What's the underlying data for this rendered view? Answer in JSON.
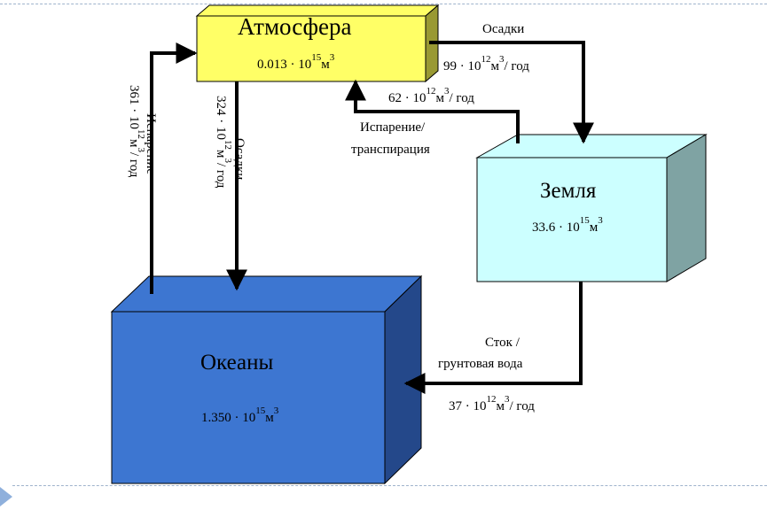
{
  "nodes": {
    "atmosphere": {
      "title": "Атмосфера",
      "value": "0.013 · 10",
      "exp": "15",
      "unit": "м",
      "unit_exp": "3",
      "face": "#ffff66",
      "side": "#999933"
    },
    "land": {
      "title": "Земля",
      "value": "33.6 · 10",
      "exp": "15",
      "unit": "м",
      "unit_exp": "3",
      "face": "#ccffff",
      "side": "#7fa3a3"
    },
    "oceans": {
      "title": "Океаны",
      "value": "1.350 · 10",
      "exp": "15",
      "unit": "м",
      "unit_exp": "3",
      "face": "#3d76d1",
      "side": "#24488a"
    }
  },
  "flows": {
    "atm_to_land": {
      "label": "Осадки",
      "value": "99 · 10",
      "exp": "12",
      "unit": "м",
      "unit_exp": "3",
      "suffix": "/ год"
    },
    "land_to_atm": {
      "label_line1": "Испарение/",
      "label_line2": "транспирация",
      "value": "62 · 10",
      "exp": "12",
      "unit": "м",
      "unit_exp": "3",
      "suffix": "/ год"
    },
    "land_to_ocean": {
      "label_line1": "Сток /",
      "label_line2": "грунтовая вода",
      "value": "37 · 10",
      "exp": "12",
      "unit": "м",
      "unit_exp": "3",
      "suffix": "/ год"
    },
    "atm_to_ocean": {
      "label": "Осадки",
      "value": "324 · 10",
      "exp": "12",
      "unit": "м",
      "unit_exp": "3",
      "suffix": "/ год"
    },
    "ocean_to_atm": {
      "label": "Испарение",
      "value": "361 · 10",
      "exp": "12",
      "unit": "м",
      "unit_exp": "3",
      "suffix": "/ год"
    }
  }
}
